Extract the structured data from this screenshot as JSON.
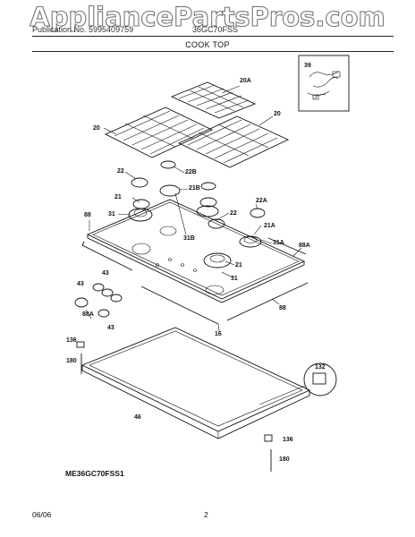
{
  "watermark": "AppliancePartsPros.com",
  "header": {
    "left_text": "Publication No. 5995409759",
    "right_text": "36GC70FSS",
    "section_title": "COOK TOP"
  },
  "model_number": "ME36GC70FSS1",
  "footer": {
    "date": "06/06",
    "page": "2"
  },
  "callouts": [
    "20A",
    "39",
    "20",
    "20",
    "22",
    "22B",
    "21B",
    "21",
    "22A",
    "88",
    "31",
    "22",
    "21A",
    "31B",
    "31A",
    "88A",
    "43",
    "43",
    "43",
    "21",
    "31",
    "88A",
    "88",
    "16",
    "136",
    "180",
    "132",
    "46",
    "136",
    "180"
  ]
}
